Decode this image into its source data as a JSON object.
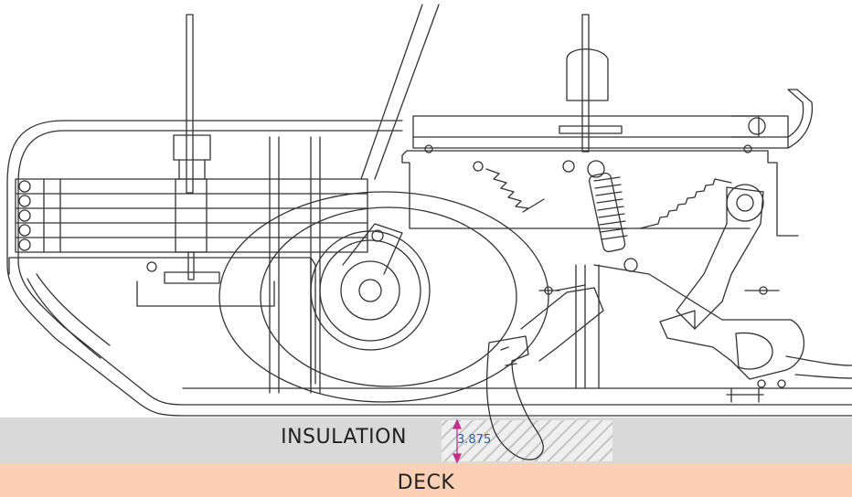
{
  "bands": {
    "insulation_label": "INSULATION",
    "deck_label": "DECK"
  },
  "dimension": {
    "value": "3.875"
  },
  "colors": {
    "insulation_band": "#d9d9d9",
    "deck_band": "#fbd0b4",
    "line": "#333333",
    "dimension_arrow": "#c0338a",
    "dimension_text": "#1f5fa8",
    "hatch": "#bdbdbd"
  }
}
